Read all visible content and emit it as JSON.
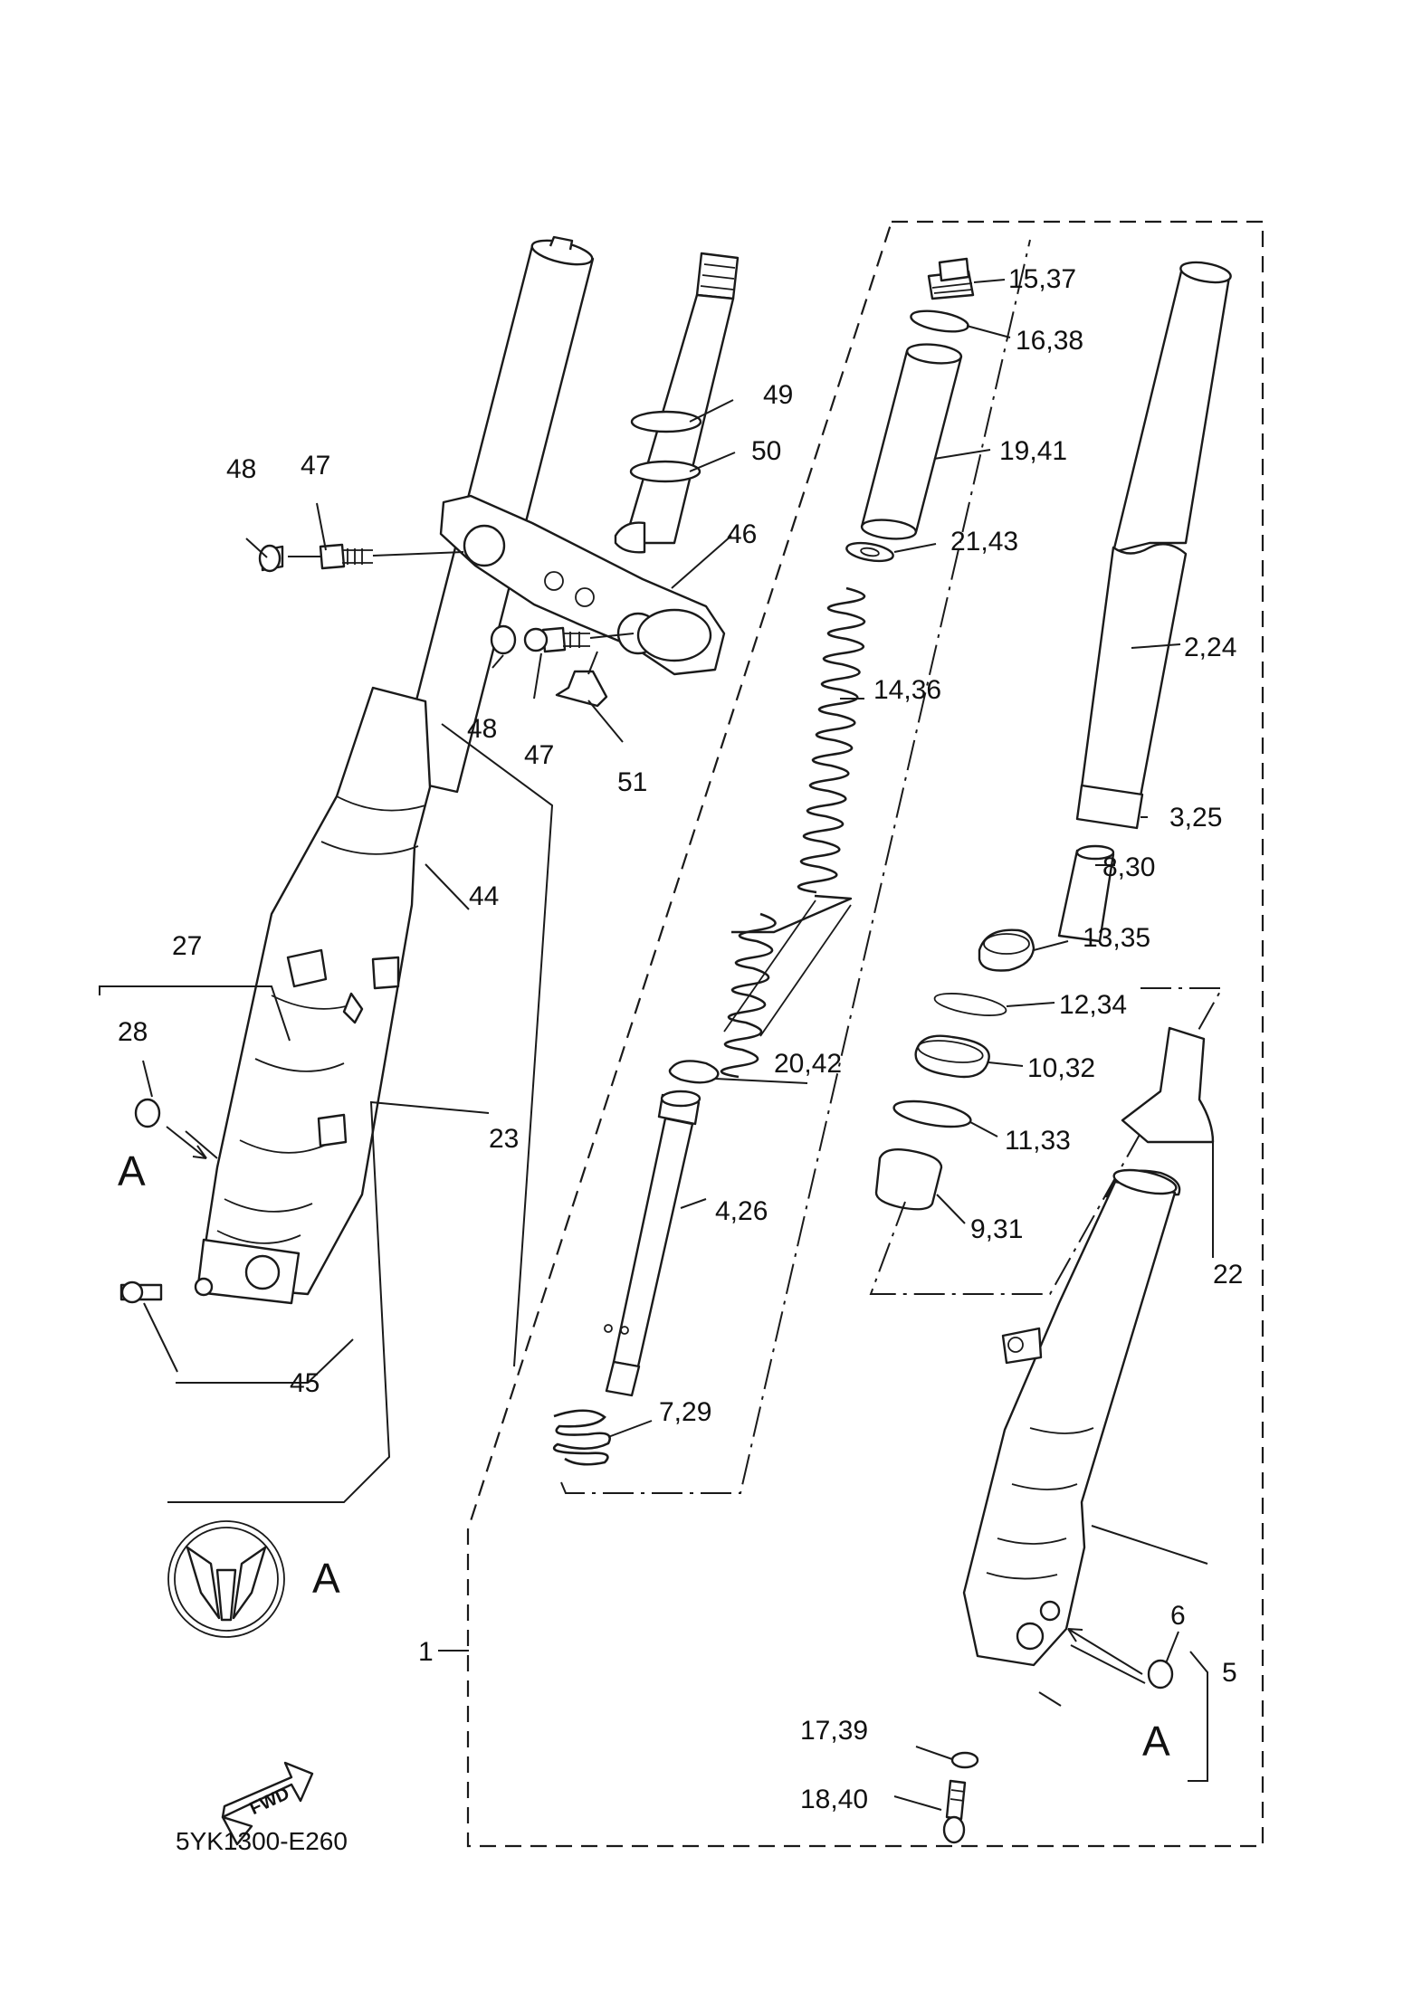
{
  "diagram": {
    "drawing_code": "5YK1300-E260",
    "fwd_label": "FWD",
    "view_marker": "A",
    "callouts": {
      "p1": "1",
      "p2_24": "2,24",
      "p3_25": "3,25",
      "p4_26": "4,26",
      "p5": "5",
      "p6": "6",
      "p7_29": "7,29",
      "p8_30": "8,30",
      "p9_31": "9,31",
      "p10_32": "10,32",
      "p11_33": "11,33",
      "p12_34": "12,34",
      "p13_35": "13,35",
      "p14_36": "14,36",
      "p15_37": "15,37",
      "p16_38": "16,38",
      "p17_39": "17,39",
      "p18_40": "18,40",
      "p19_41": "19,41",
      "p20_42": "20,42",
      "p21_43": "21,43",
      "p22": "22",
      "p23": "23",
      "p27": "27",
      "p28": "28",
      "p44": "44",
      "p45": "45",
      "p46": "46",
      "p47_top": "47",
      "p47_bottom": "47",
      "p48_top": "48",
      "p48_bottom": "48",
      "p49": "49",
      "p50": "50",
      "p51": "51"
    }
  }
}
